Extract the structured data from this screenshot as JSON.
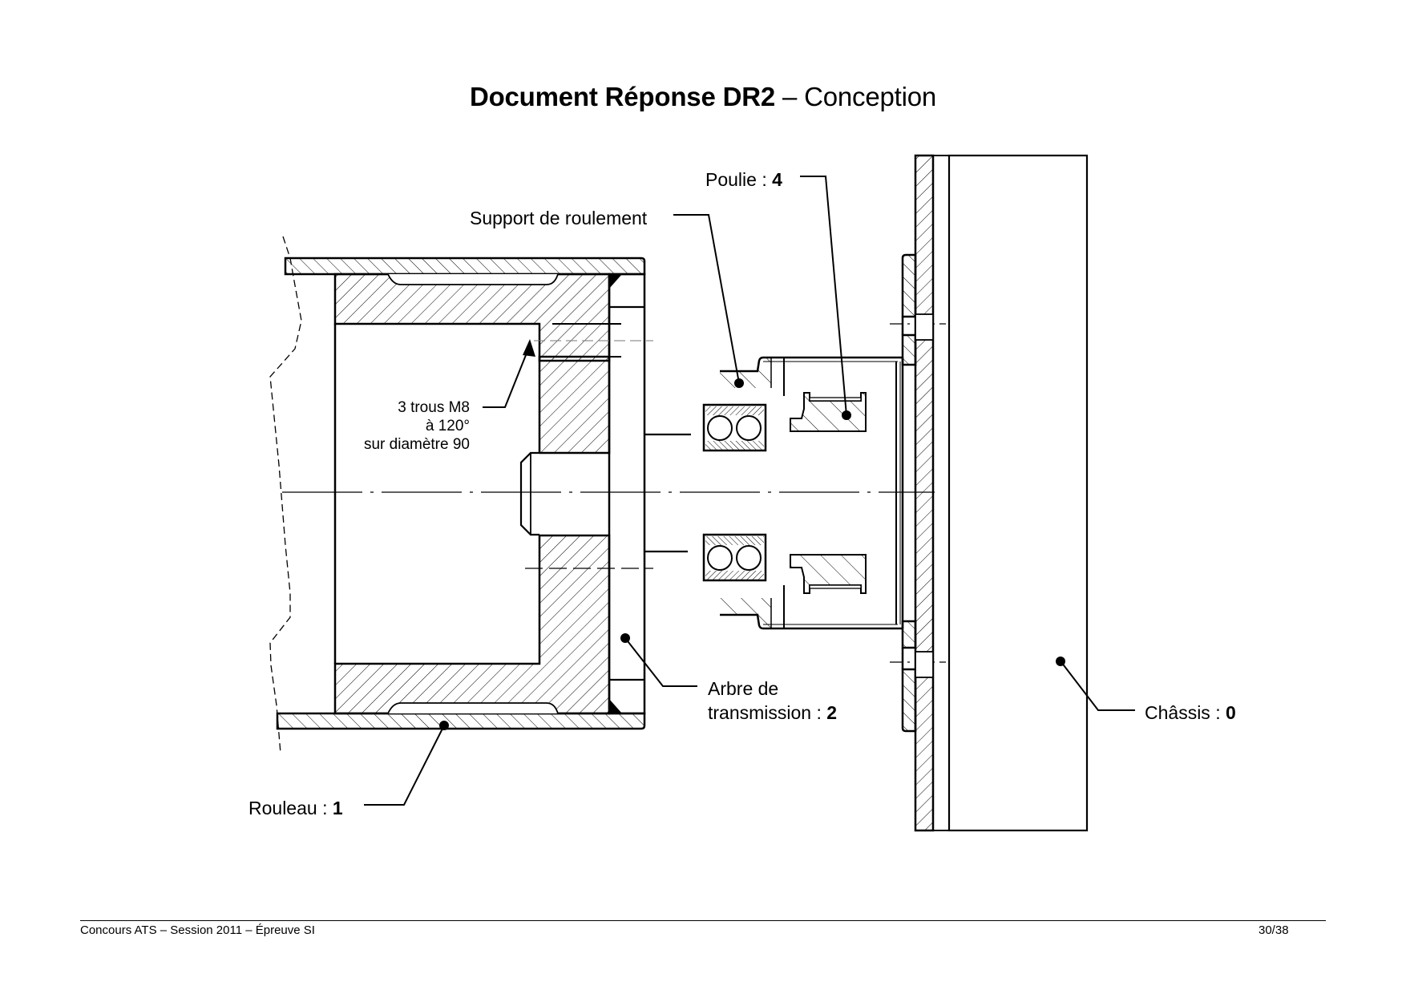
{
  "document": {
    "title_bold": "Document Réponse DR2",
    "title_rest": " – Conception"
  },
  "labels": {
    "poulie": {
      "text": "Poulie : ",
      "number": "4"
    },
    "support": {
      "text": "Support de roulement"
    },
    "arbre": {
      "line1": "Arbre de",
      "line2": "transmission : ",
      "number": "2"
    },
    "chassis": {
      "text": "Châssis : ",
      "number": "0"
    },
    "rouleau": {
      "text": "Rouleau : ",
      "number": "1"
    }
  },
  "note": {
    "line1": "3 trous M8",
    "line2": "à 120°",
    "line3": "sur diamètre 90"
  },
  "footer": {
    "left": "Concours ATS – Session 2011 – Épreuve SI",
    "right": "30/38"
  }
}
